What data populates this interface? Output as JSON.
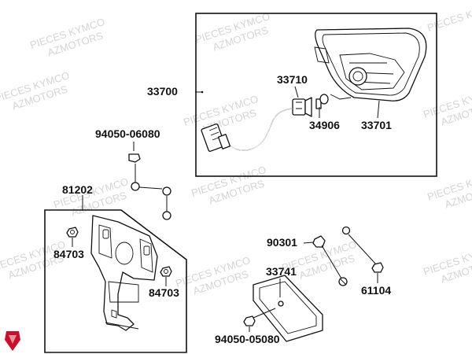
{
  "watermark": {
    "line1": "PIECES KYMCO",
    "line2": "AZMOTORS"
  },
  "labels": {
    "p33700": "33700",
    "p33710": "33710",
    "p34906": "34906",
    "p33701": "33701",
    "p94050_06080": "94050-06080",
    "p81202": "81202",
    "p84703_left": "84703",
    "p84703_right": "84703",
    "p90301": "90301",
    "p33741": "33741",
    "p61104": "61104",
    "p94050_05080": "94050-05080"
  },
  "colors": {
    "logo": "#c8102e",
    "line": "#111111",
    "watermark": "#d4d4d4"
  }
}
